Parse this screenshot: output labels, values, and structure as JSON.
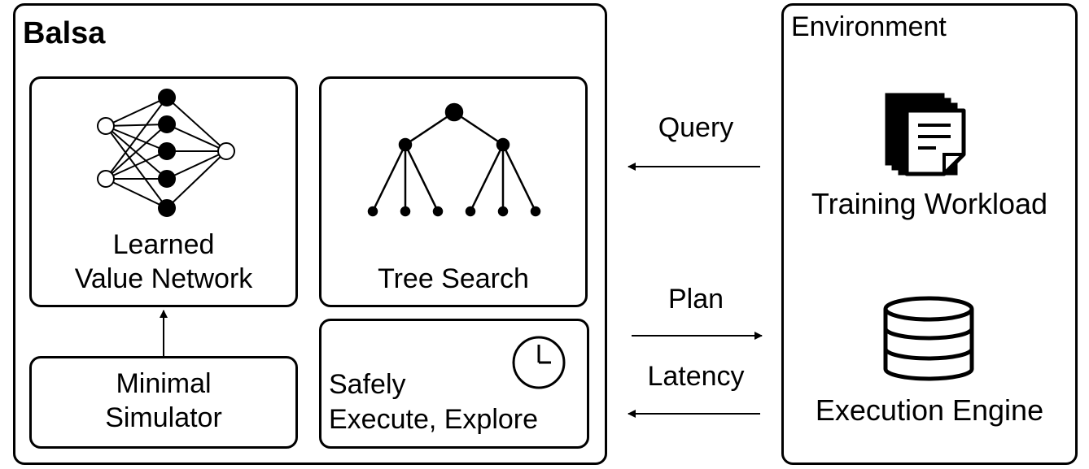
{
  "balsa": {
    "title": "Balsa",
    "value_network": {
      "line1": "Learned",
      "line2": "Value Network"
    },
    "tree_search": {
      "label": "Tree Search"
    },
    "simulator": {
      "line1": "Minimal",
      "line2": "Simulator"
    },
    "safe_exec": {
      "line1": "Safely",
      "line2": "Execute, Explore"
    }
  },
  "environment": {
    "title": "Environment",
    "workload": {
      "label": "Training Workload"
    },
    "engine": {
      "label": "Execution Engine"
    }
  },
  "arrows": {
    "query": "Query",
    "plan": "Plan",
    "latency": "Latency"
  },
  "icons": {
    "network": "neural-network-icon",
    "tree": "tree-icon",
    "clock": "clock-icon",
    "documents": "documents-icon",
    "database": "database-icon"
  }
}
